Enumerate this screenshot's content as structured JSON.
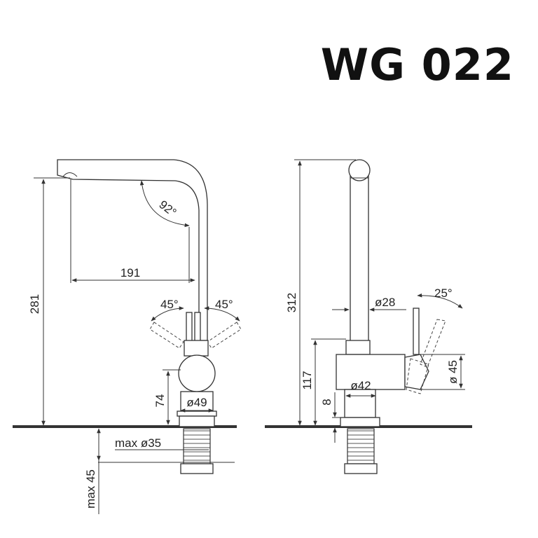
{
  "title": "WG 022",
  "front_view": {
    "height": "281",
    "reach": "191",
    "spout_angle": "92°",
    "lever_left_angle": "45°",
    "lever_right_angle": "45°",
    "base_height": "74",
    "base_diameter": "ø49",
    "hole_diameter": "max  ø35",
    "counter_thickness": "max 45"
  },
  "side_view": {
    "height": "312",
    "pipe_diameter": "ø28",
    "lever_angle": "25°",
    "body_height": "117",
    "body_diameter": "ø42",
    "lever_diameter": "ø 45",
    "base_offset": "8"
  },
  "colors": {
    "line": "#333333",
    "title": "#111111"
  }
}
